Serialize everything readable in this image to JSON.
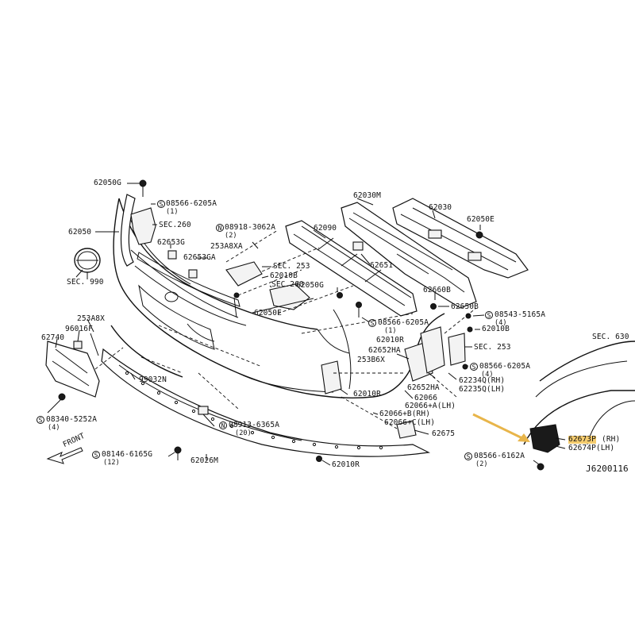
{
  "labels": {
    "p62050G": "62050G",
    "p08566_6205A_a": "08566-6205A",
    "p08566_6205A_a_q": "(1)",
    "sec260_a": "SEC.260",
    "p62050": "62050",
    "p62653G": "62653G",
    "p62653GA": "62653GA",
    "p253A8XA": "253A8XA",
    "p08918_3062A": "08918-3062A",
    "p08918_3062A_q": "(2)",
    "sec990": "SEC. 990",
    "sec253_a": "SEC. 253",
    "p62010B_a": "62010B",
    "sec260_b": "SEC.260",
    "p62050E_a": "62050E",
    "p62050G_b": "62050G",
    "p62030M": "62030M",
    "p62090": "62090",
    "p62651": "62651",
    "p62030": "62030",
    "p62050E_b": "62050E",
    "p62660B": "62660B",
    "p62650B": "62650B",
    "p08543_5165A": "08543-5165A",
    "p08543_5165A_q": "(4)",
    "p62010B_b": "62010B",
    "sec253_b": "SEC. 253",
    "p08566_6205A_b": "08566-6205A",
    "p08566_6205A_b_q": "(1)",
    "p62010R_a": "62010R",
    "p62652HA_a": "62652HA",
    "p253B6X": "253B6X",
    "p62652HA_b": "62652HA",
    "p08566_6205A_c": "08566-6205A",
    "p08566_6205A_c_q": "(4)",
    "p62234Q": "62234Q(RH)",
    "p62235Q": "62235Q(LH)",
    "p62066": "62066",
    "p62066A": "62066+A(LH)",
    "p62066B": "62066+B(RH)",
    "p62066C": "62066+C(LH)",
    "p62675": "62675",
    "p62010R_b": "62010R",
    "p62010R_c": "62010R",
    "p253A8X": "253A8X",
    "p96016F": "96016F",
    "p62740": "62740",
    "p99032N": "99032N",
    "p08340_5252A": "08340-5252A",
    "p08340_5252A_q": "(4)",
    "p08913_6365A": "08913-6365A",
    "p08913_6365A_q": "(20)",
    "p08146_6165G": "08146-6165G",
    "p08146_6165G_q": "(12)",
    "p62026M": "62026M",
    "front": "FRONT",
    "sec630": "SEC. 630",
    "p62673P": "62673P",
    "p62673P_side": "(RH)",
    "p62674P": "62674P(LH)",
    "p08566_6162A": "08566-6162A",
    "p08566_6162A_q": "(2)",
    "ref_code": "J6200116"
  },
  "symbols": {
    "bolt_prefix": "S",
    "nut_prefix": "N"
  },
  "colors": {
    "highlight": "#f5cc6e",
    "arrow": "#e8b54a",
    "line": "#111111"
  }
}
